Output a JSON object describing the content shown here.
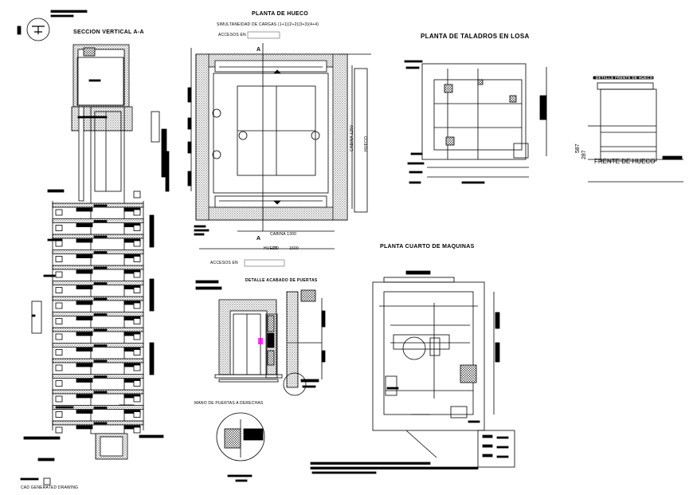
{
  "sheet": {
    "titles": {
      "section": "SECCION VERTICAL A-A",
      "shaft_plan": "PLANTA DE HUECO",
      "slab_plan": "PLANTA DE TALADROS EN LOSA",
      "machine_room": "PLANTA CUARTO DE MAQUINAS",
      "door_detail": "DETALLE ACABADO DE PUERTAS",
      "front_detail": "DETALLE FRENTE DE HUECO"
    },
    "labels": {
      "loads": "SIMULTANEIDAD DE CARGAS (1+1)(2+2)(3+3)(4+4)",
      "access_top": "ACCESOS EN",
      "access_bottom": "ACCESOS EN",
      "section_marker_top": "A",
      "section_marker_bottom": "A",
      "cabina_w": "CABINA 1300",
      "hueco_w": "HUECO",
      "hueco_w_val": "1600",
      "hueco_w_num": "20",
      "cabina_d": "CABINA 1250",
      "hueco_d": "HUECO",
      "frente": "FRENTE DE HUECO",
      "dim_587": "587",
      "dim_287": "287",
      "door_hand": "MANO DE PUERTAS A DERECHAS",
      "footer": "CAD GENERATED DRAWING"
    },
    "colors": {
      "line": "#000000",
      "hatch": "#555555",
      "accent": "#ff00ff"
    }
  }
}
